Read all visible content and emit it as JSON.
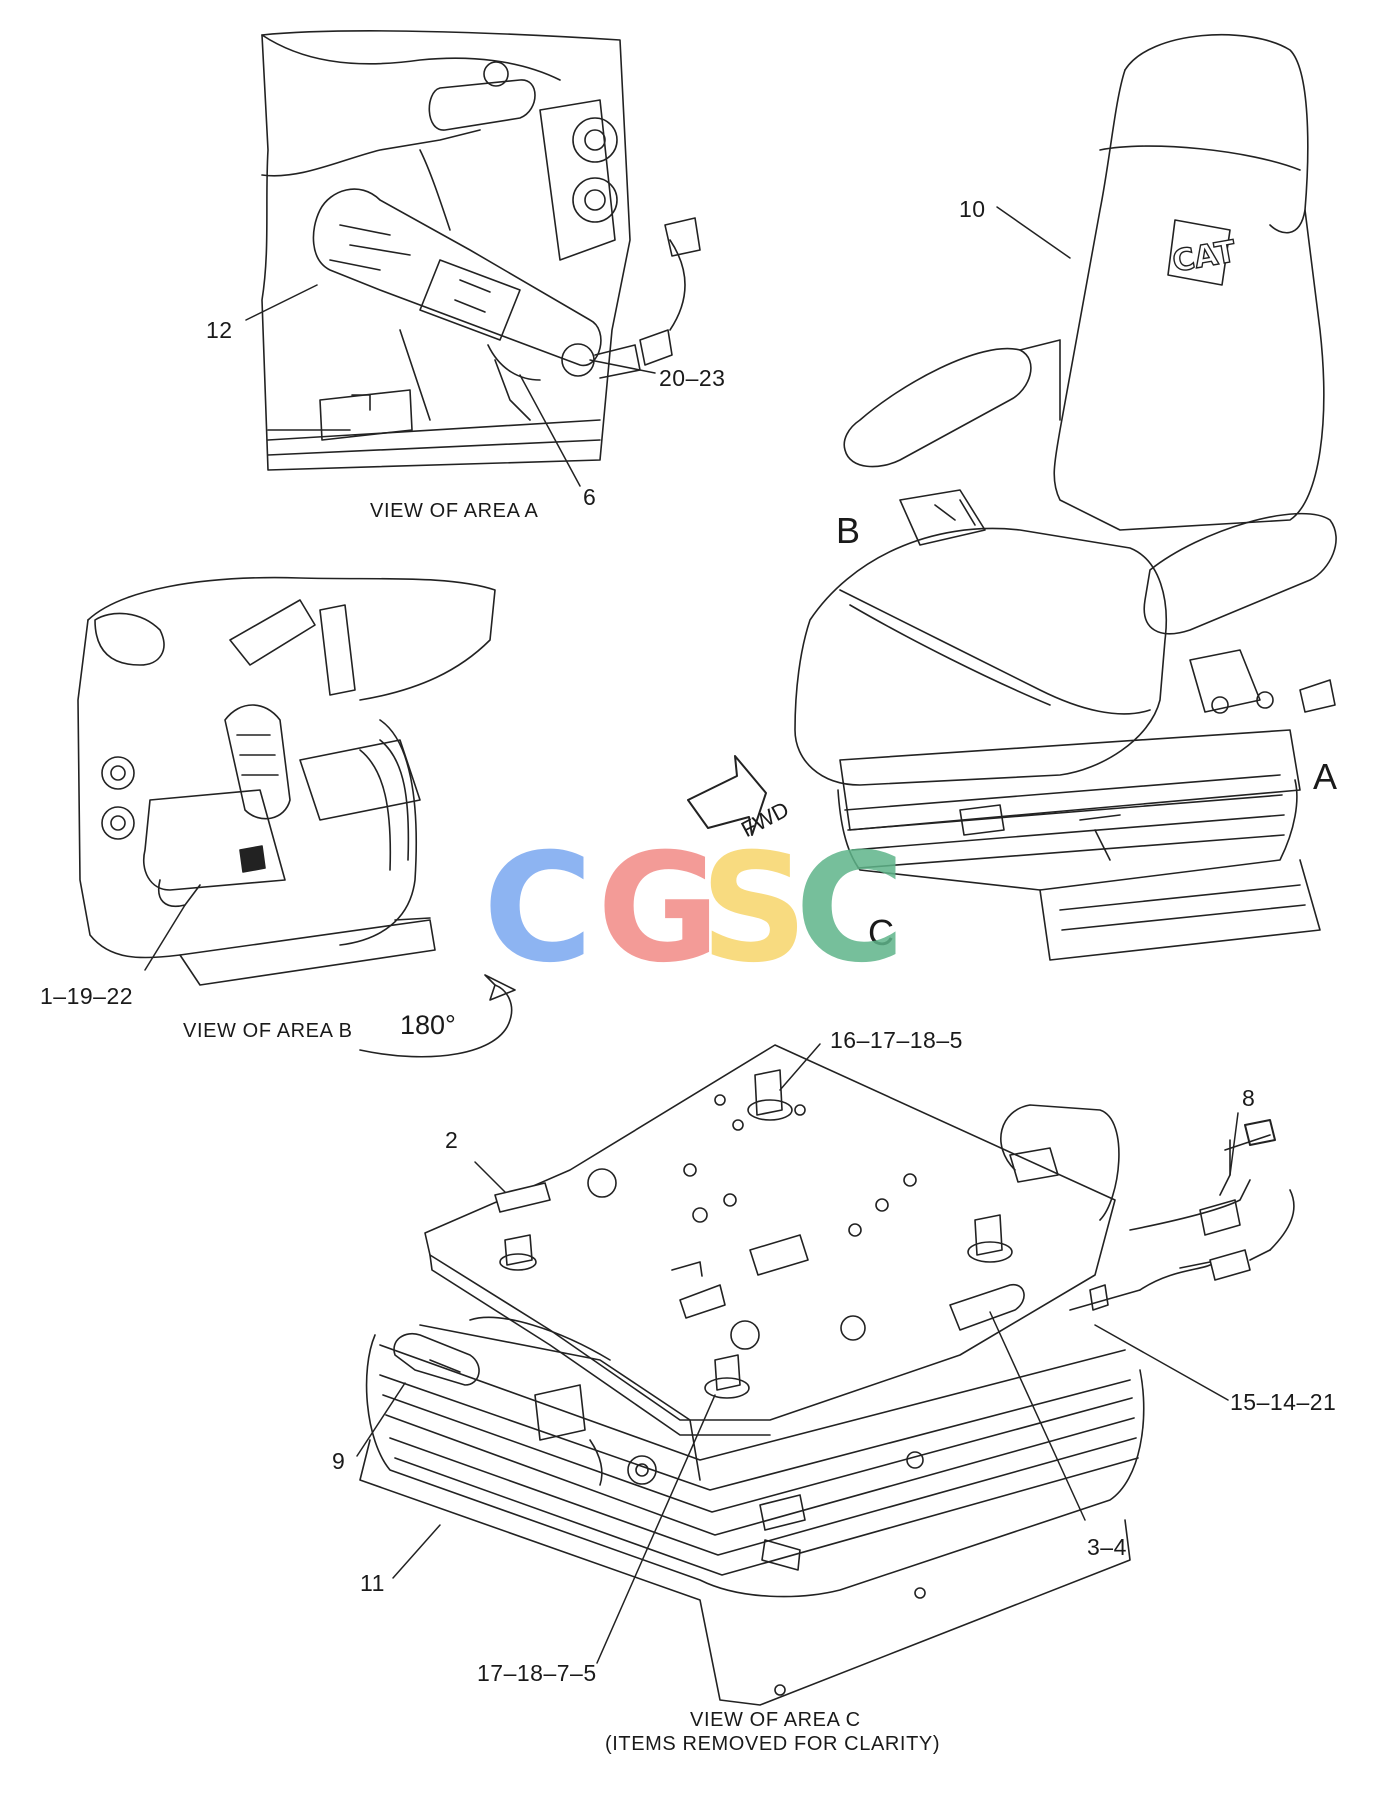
{
  "views": {
    "a": {
      "caption": "VIEW OF AREA  A"
    },
    "b": {
      "caption": "VIEW OF AREA  B",
      "rotation": "180°"
    },
    "c": {
      "caption_line1": "VIEW OF AREA  C",
      "caption_line2": "(ITEMS REMOVED FOR CLARITY)"
    }
  },
  "area_markers": {
    "a": "A",
    "b": "B",
    "c": "C"
  },
  "direction_label": "FWD",
  "seat_logo": "CAT",
  "part_callouts": {
    "p10": "10",
    "p12": "12",
    "p20_23": "20–23",
    "p6": "6",
    "p1_19_22": "1–19–22",
    "p16_17_18_5": "16–17–18–5",
    "p2": "2",
    "p8": "8",
    "p15_14_21": "15–14–21",
    "p9": "9",
    "p3_4": "3–4",
    "p11": "11",
    "p17_18_7_5": "17–18–7–5"
  },
  "watermark": {
    "letters": [
      "C",
      "G",
      "S",
      "C"
    ],
    "colors": [
      "#7aa7f0",
      "#f28a86",
      "#f7d56b",
      "#5fb58a"
    ]
  }
}
